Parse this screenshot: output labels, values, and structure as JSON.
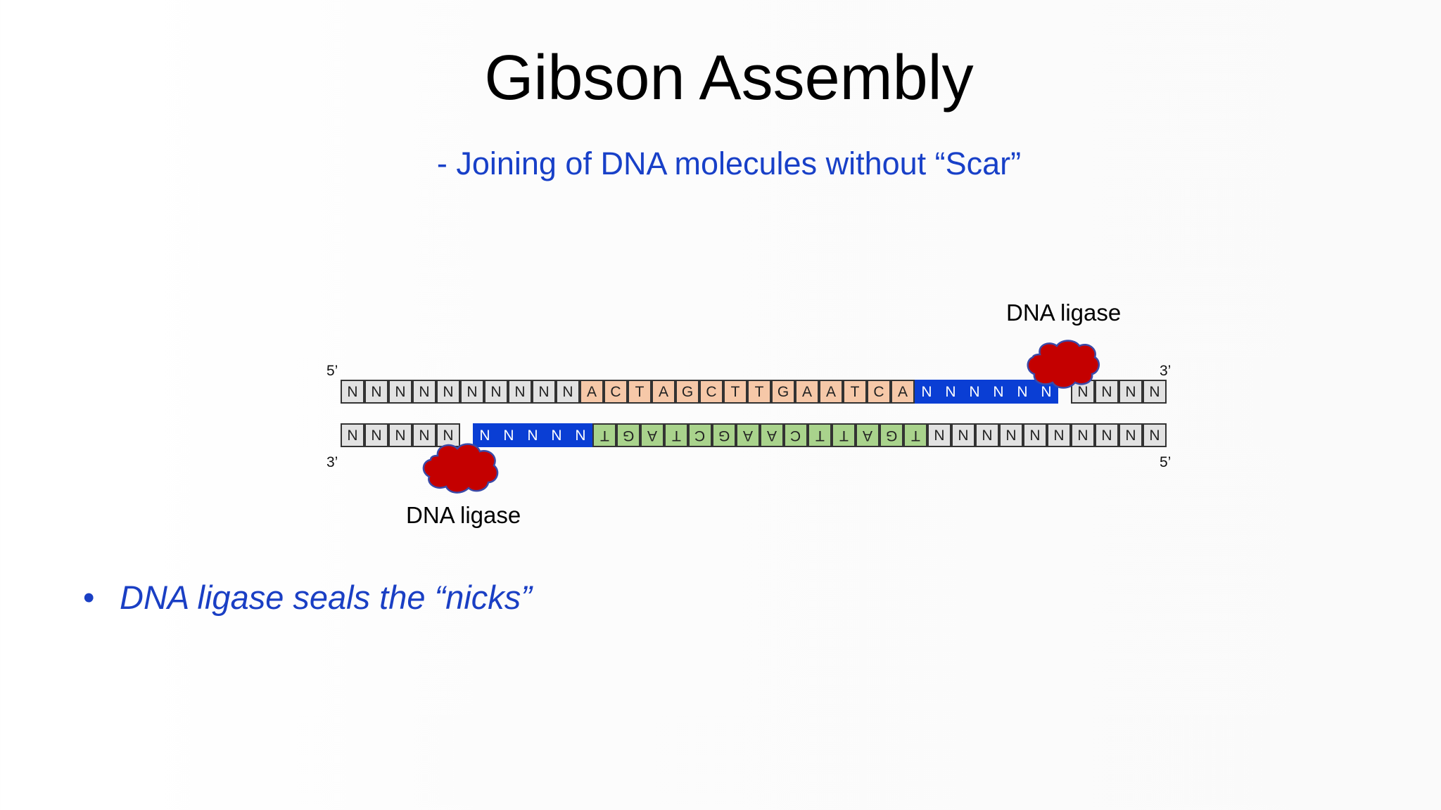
{
  "slide": {
    "title": "Gibson Assembly",
    "subtitle": "- Joining of DNA molecules without “Scar”",
    "bullet": {
      "symbol": "•",
      "text": "DNA ligase seals the “nicks”"
    }
  },
  "diagram": {
    "top_strand": {
      "five_prime_label": "5’",
      "three_prime_label": "3’",
      "cells": [
        {
          "b": "N",
          "c": "gray"
        },
        {
          "b": "N",
          "c": "gray"
        },
        {
          "b": "N",
          "c": "gray"
        },
        {
          "b": "N",
          "c": "gray"
        },
        {
          "b": "N",
          "c": "gray"
        },
        {
          "b": "N",
          "c": "gray"
        },
        {
          "b": "N",
          "c": "gray"
        },
        {
          "b": "N",
          "c": "gray"
        },
        {
          "b": "N",
          "c": "gray"
        },
        {
          "b": "N",
          "c": "gray"
        },
        {
          "b": "A",
          "c": "peach"
        },
        {
          "b": "C",
          "c": "peach"
        },
        {
          "b": "T",
          "c": "peach"
        },
        {
          "b": "A",
          "c": "peach"
        },
        {
          "b": "G",
          "c": "peach"
        },
        {
          "b": "C",
          "c": "peach"
        },
        {
          "b": "T",
          "c": "peach"
        },
        {
          "b": "T",
          "c": "peach"
        },
        {
          "b": "G",
          "c": "peach"
        },
        {
          "b": "A",
          "c": "peach"
        },
        {
          "b": "A",
          "c": "peach"
        },
        {
          "b": "T",
          "c": "peach"
        },
        {
          "b": "C",
          "c": "peach"
        },
        {
          "b": "A",
          "c": "peach"
        },
        {
          "b": "N",
          "c": "blue"
        },
        {
          "b": "N",
          "c": "blue"
        },
        {
          "b": "N",
          "c": "blue"
        },
        {
          "b": "N",
          "c": "blue"
        },
        {
          "b": "N",
          "c": "blue"
        },
        {
          "b": "N",
          "c": "blue"
        },
        {
          "b": "N",
          "c": "gray"
        },
        {
          "b": "N",
          "c": "gray"
        },
        {
          "b": "N",
          "c": "gray"
        },
        {
          "b": "N",
          "c": "gray"
        }
      ]
    },
    "bottom_strand": {
      "three_prime_label": "3’",
      "five_prime_label": "5’",
      "cells": [
        {
          "b": "N",
          "c": "gray"
        },
        {
          "b": "N",
          "c": "gray"
        },
        {
          "b": "N",
          "c": "gray"
        },
        {
          "b": "N",
          "c": "gray"
        },
        {
          "b": "N",
          "c": "gray"
        },
        {
          "b": "N",
          "c": "blue"
        },
        {
          "b": "N",
          "c": "blue"
        },
        {
          "b": "N",
          "c": "blue"
        },
        {
          "b": "N",
          "c": "blue"
        },
        {
          "b": "N",
          "c": "blue"
        },
        {
          "b": "T",
          "c": "green"
        },
        {
          "b": "G",
          "c": "green"
        },
        {
          "b": "A",
          "c": "green"
        },
        {
          "b": "T",
          "c": "green"
        },
        {
          "b": "C",
          "c": "green"
        },
        {
          "b": "G",
          "c": "green"
        },
        {
          "b": "A",
          "c": "green"
        },
        {
          "b": "A",
          "c": "green"
        },
        {
          "b": "C",
          "c": "green"
        },
        {
          "b": "T",
          "c": "green"
        },
        {
          "b": "T",
          "c": "green"
        },
        {
          "b": "A",
          "c": "green"
        },
        {
          "b": "G",
          "c": "green"
        },
        {
          "b": "T",
          "c": "green"
        },
        {
          "b": "N",
          "c": "gray"
        },
        {
          "b": "N",
          "c": "gray"
        },
        {
          "b": "N",
          "c": "gray"
        },
        {
          "b": "N",
          "c": "gray"
        },
        {
          "b": "N",
          "c": "gray"
        },
        {
          "b": "N",
          "c": "gray"
        },
        {
          "b": "N",
          "c": "gray"
        },
        {
          "b": "N",
          "c": "gray"
        },
        {
          "b": "N",
          "c": "gray"
        },
        {
          "b": "N",
          "c": "gray"
        }
      ]
    },
    "ligase_top_label": "DNA ligase",
    "ligase_bottom_label": "DNA ligase",
    "colors": {
      "gray": "#e2e2e2",
      "peach": "#f6c8a8",
      "green": "#a9d38c",
      "blue": "#0a3ed4",
      "ligase_fill": "#c40000",
      "ligase_outline": "#3a4aa8"
    }
  }
}
